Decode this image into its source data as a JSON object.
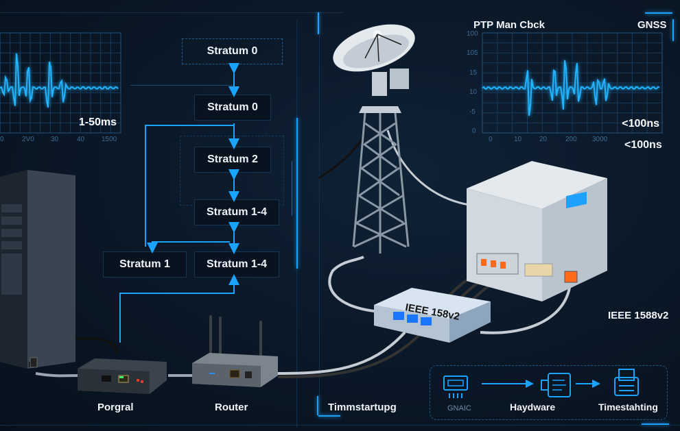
{
  "left_chart": {
    "latency_label": "1-50ms",
    "x_ticks": [
      "0",
      "2V0",
      "30",
      "40",
      "1500"
    ]
  },
  "right_chart": {
    "title": "PTP Man Cbck",
    "source_label": "GNSS",
    "latency_label_inner": "<100ns",
    "latency_label_outer": "<100ns",
    "y_ticks": [
      "100",
      "105",
      "15",
      "10",
      "-5",
      "0"
    ],
    "x_ticks": [
      "0",
      "10",
      "20",
      "200",
      "3000"
    ]
  },
  "hierarchy": {
    "boxes": [
      {
        "id": "top",
        "label": "Stratum 0"
      },
      {
        "id": "second",
        "label": "Stratum 0"
      },
      {
        "id": "third",
        "label": "Stratum 2"
      },
      {
        "id": "fourth",
        "label": "Stratum 1-4"
      },
      {
        "id": "left",
        "label": "Stratum 1"
      },
      {
        "id": "bottom",
        "label": "Stratum 1-4"
      }
    ]
  },
  "devices": {
    "portal_label": "Porgral",
    "router_label": "Router",
    "switch_label": "IEEE 158v2",
    "grandmaster_label": "IEEE 1588v2",
    "timestamping_label": "Timmstartupg"
  },
  "flow": {
    "steps": [
      {
        "label": "GNAIC",
        "icon": "nic-card-icon"
      },
      {
        "label": "Haydware",
        "icon": "hardware-module-icon"
      },
      {
        "label": "Timestahting",
        "icon": "timestamp-printer-icon"
      }
    ]
  },
  "colors": {
    "accent": "#1aa3ff",
    "waveform": "#22b4ff",
    "background": "#0a1726",
    "grid": "#173a5a"
  }
}
